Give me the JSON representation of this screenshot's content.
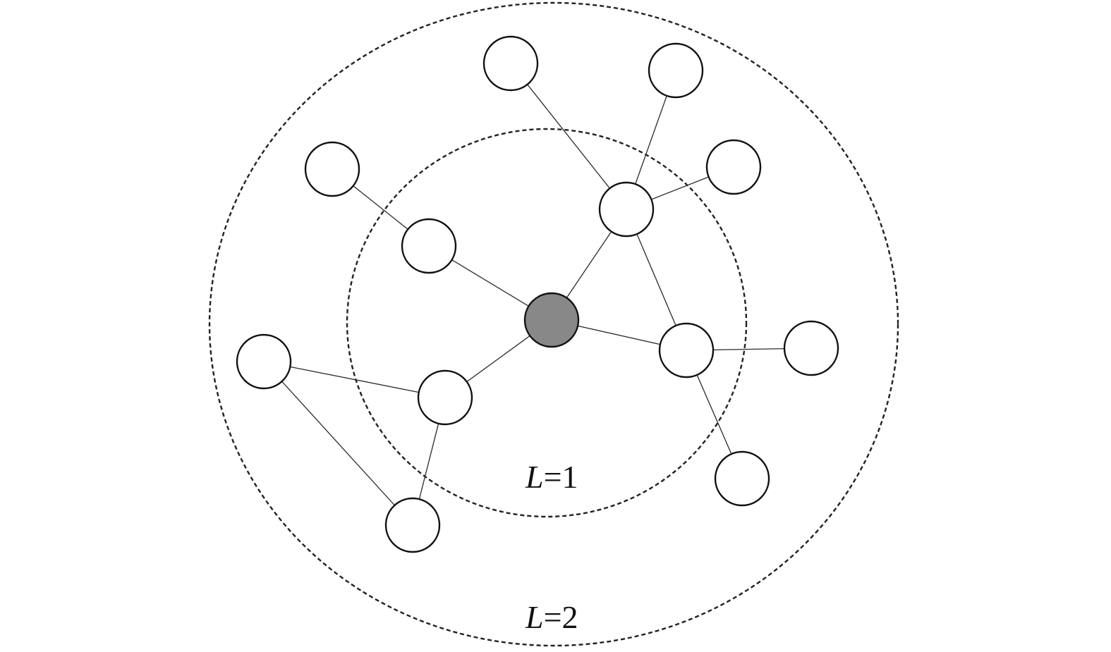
{
  "diagram": {
    "rings": [
      {
        "id": "ring-l1",
        "label_var": "L",
        "label_rest": "=1"
      },
      {
        "id": "ring-l2",
        "label_var": "L",
        "label_rest": "=2"
      }
    ],
    "nodes": [
      {
        "id": "c",
        "type": "center"
      },
      {
        "id": "n1a",
        "type": "first-order"
      },
      {
        "id": "n1b",
        "type": "first-order"
      },
      {
        "id": "n1c",
        "type": "first-order"
      },
      {
        "id": "n1d",
        "type": "first-order"
      },
      {
        "id": "n2a",
        "type": "second-order"
      },
      {
        "id": "n2b",
        "type": "second-order"
      },
      {
        "id": "n2c",
        "type": "second-order"
      },
      {
        "id": "n2d",
        "type": "second-order"
      },
      {
        "id": "n2e",
        "type": "second-order"
      },
      {
        "id": "n2f",
        "type": "second-order"
      },
      {
        "id": "n2g",
        "type": "second-order"
      },
      {
        "id": "n2h",
        "type": "second-order"
      },
      {
        "id": "n2i",
        "type": "second-order"
      }
    ],
    "edges": [
      [
        "c",
        "n1a"
      ],
      [
        "c",
        "n1b"
      ],
      [
        "c",
        "n1c"
      ],
      [
        "c",
        "n1d"
      ],
      [
        "n1a",
        "n2a"
      ],
      [
        "n1b",
        "n2b"
      ],
      [
        "n1b",
        "n2c"
      ],
      [
        "n1b",
        "n2d"
      ],
      [
        "n1b",
        "n1c"
      ],
      [
        "n1c",
        "n2e"
      ],
      [
        "n1c",
        "n2f"
      ],
      [
        "n1d",
        "n2g"
      ],
      [
        "n1d",
        "n2h"
      ],
      [
        "n2g",
        "n2h"
      ]
    ],
    "colors": {
      "center_fill": "#888888",
      "node_fill": "#ffffff",
      "stroke": "#111111"
    }
  }
}
